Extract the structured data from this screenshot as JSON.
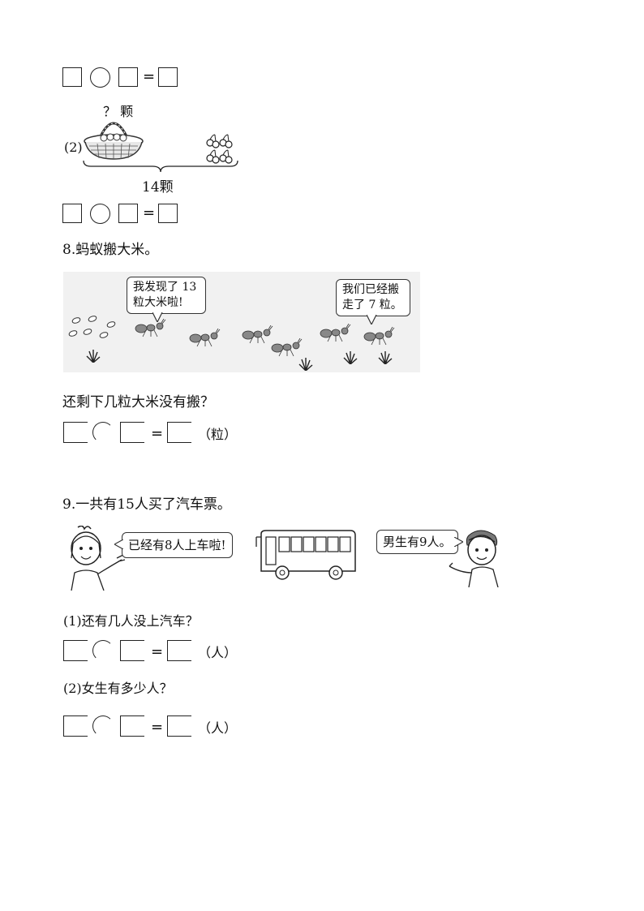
{
  "eq_row_1": {
    "equals": "="
  },
  "problem_7_2": {
    "label": "(2)",
    "unknown_label": "？ 颗",
    "total_label": "14颗"
  },
  "eq_row_2": {
    "equals": "="
  },
  "problem_8": {
    "title": "8.蚂蚁搬大米。",
    "bubble_left": [
      "我发现了 13",
      "粒大米啦!"
    ],
    "bubble_right": [
      "我们已经搬",
      "走了 7 粒。"
    ],
    "question": "还剩下几粒大米没有搬？",
    "equals": "=",
    "unit": "（粒）"
  },
  "problem_9": {
    "title": "9.一共有15人买了汽车票。",
    "bubble_girl": "已经有8人上车啦!",
    "bubble_boy": "男生有9人。",
    "q1": "(1)还有几人没上汽车？",
    "q1_equals": "=",
    "q1_unit": "（人）",
    "q2": "(2)女生有多少人？",
    "q2_equals": "=",
    "q2_unit": "（人）"
  }
}
